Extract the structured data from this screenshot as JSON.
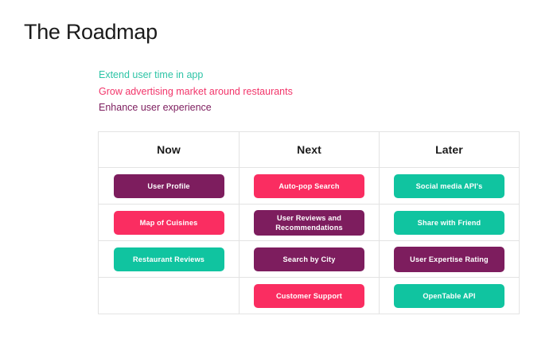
{
  "slide": {
    "title": "The Roadmap",
    "goals": [
      {
        "text": "Extend user time in app",
        "color": "#2ec4a6"
      },
      {
        "text": "Grow advertising market around restaurants",
        "color": "#f2356a"
      },
      {
        "text": "Enhance user experience",
        "color": "#7d1d5e"
      }
    ]
  },
  "colors": {
    "purple": "#7d1d5e",
    "pink": "#fa2d61",
    "teal": "#10c4a0",
    "border": "#e3e3e3",
    "text_dark": "#1b1b1b",
    "background": "#ffffff"
  },
  "table": {
    "headers": [
      "Now",
      "Next",
      "Later"
    ],
    "rows": [
      [
        {
          "label": "User Profile",
          "color": "#7d1d5e"
        },
        {
          "label": "Auto-pop Search",
          "color": "#fa2d61"
        },
        {
          "label": "Social media API's",
          "color": "#10c4a0"
        }
      ],
      [
        {
          "label": "Map of Cuisines",
          "color": "#fa2d61"
        },
        {
          "label": "User Reviews and Recommendations",
          "color": "#7d1d5e"
        },
        {
          "label": "Share with Friend",
          "color": "#10c4a0"
        }
      ],
      [
        {
          "label": "Restaurant Reviews",
          "color": "#10c4a0"
        },
        {
          "label": "Search by City",
          "color": "#7d1d5e"
        },
        {
          "label": "User Expertise Rating",
          "color": "#7d1d5e"
        }
      ],
      [
        {
          "label": "",
          "color": ""
        },
        {
          "label": "Customer Support",
          "color": "#fa2d61"
        },
        {
          "label": "OpenTable API",
          "color": "#10c4a0"
        }
      ]
    ]
  }
}
